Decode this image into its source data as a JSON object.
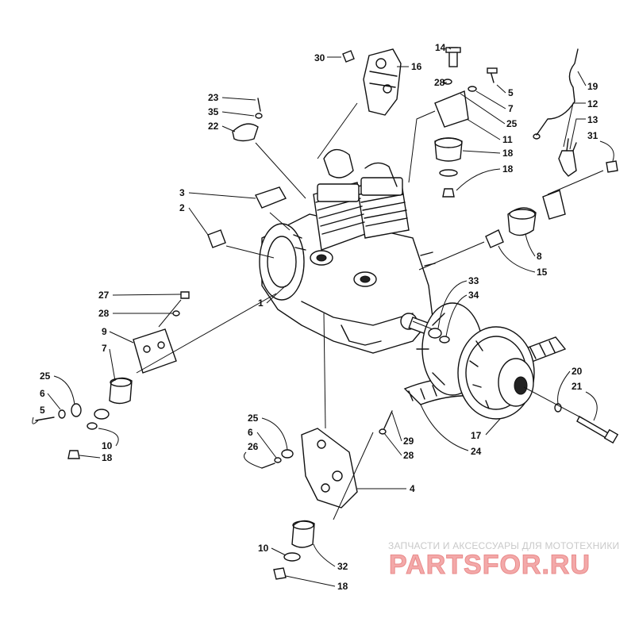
{
  "diagram": {
    "callouts": [
      "1",
      "2",
      "3",
      "4",
      "5",
      "6",
      "7",
      "8",
      "9",
      "10",
      "11",
      "12",
      "13",
      "14",
      "15",
      "16",
      "17",
      "18",
      "19",
      "20",
      "21",
      "22",
      "23",
      "24",
      "25",
      "26",
      "27",
      "28",
      "29",
      "30",
      "31",
      "32",
      "33",
      "34",
      "35"
    ],
    "repeat_callouts": [
      "5",
      "6",
      "7",
      "10",
      "18",
      "18",
      "25",
      "25",
      "28",
      "28"
    ]
  },
  "watermark": {
    "tagline": "ЗАПЧАСТИ И АКСЕССУАРЫ ДЛЯ МОТОТЕХНИКИ",
    "brand": "PARTSFOR.RU"
  }
}
